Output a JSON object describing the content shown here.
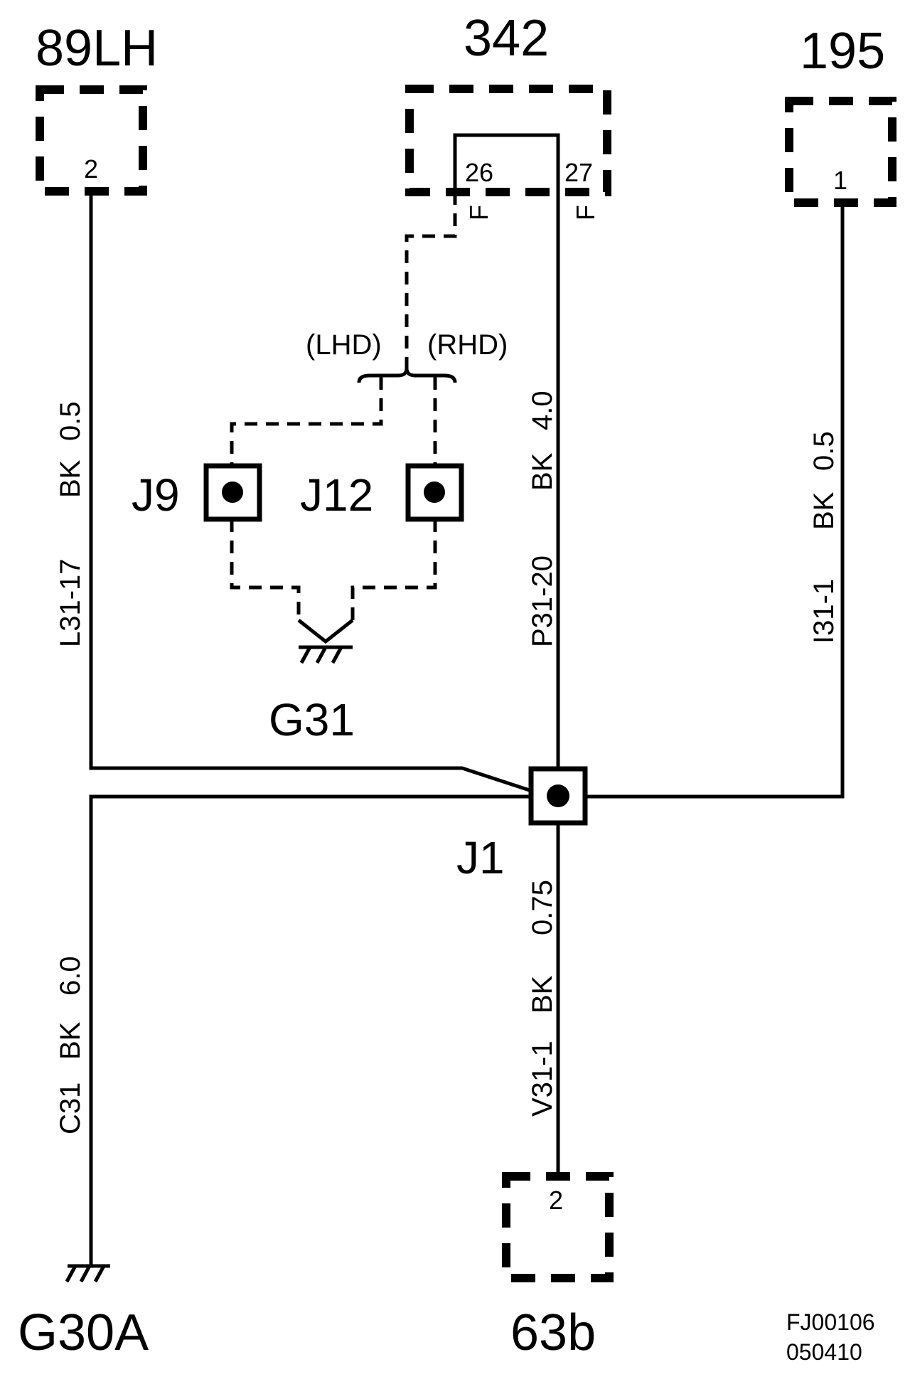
{
  "connectors": {
    "c89lh": {
      "name": "89LH",
      "pin": "2"
    },
    "c342": {
      "name": "342",
      "pin_a": "26",
      "pin_b": "27",
      "term_a": "F",
      "term_b": "F"
    },
    "c195": {
      "name": "195",
      "pin": "1"
    },
    "c63b": {
      "name": "63b",
      "pin": "2"
    }
  },
  "splices": {
    "j1": "J1",
    "j9": "J9",
    "j12": "J12"
  },
  "grounds": {
    "g31": "G31",
    "g30a": "G30A"
  },
  "variants": {
    "lhd": "(LHD)",
    "rhd": "(RHD)"
  },
  "wires": {
    "l31_17": {
      "id": "L31-17",
      "color": "BK",
      "size": "0.5"
    },
    "p31_20": {
      "id": "P31-20",
      "color": "BK",
      "size": "4.0"
    },
    "i31_1": {
      "id": "I31-1",
      "color": "BK",
      "size": "0.5"
    },
    "v31_1": {
      "id": "V31-1",
      "color": "BK",
      "size": "0.75"
    },
    "c31": {
      "id": "C31",
      "color": "BK",
      "size": "6.0"
    }
  },
  "footer": {
    "code1": "FJ00106",
    "code2": "050410"
  }
}
